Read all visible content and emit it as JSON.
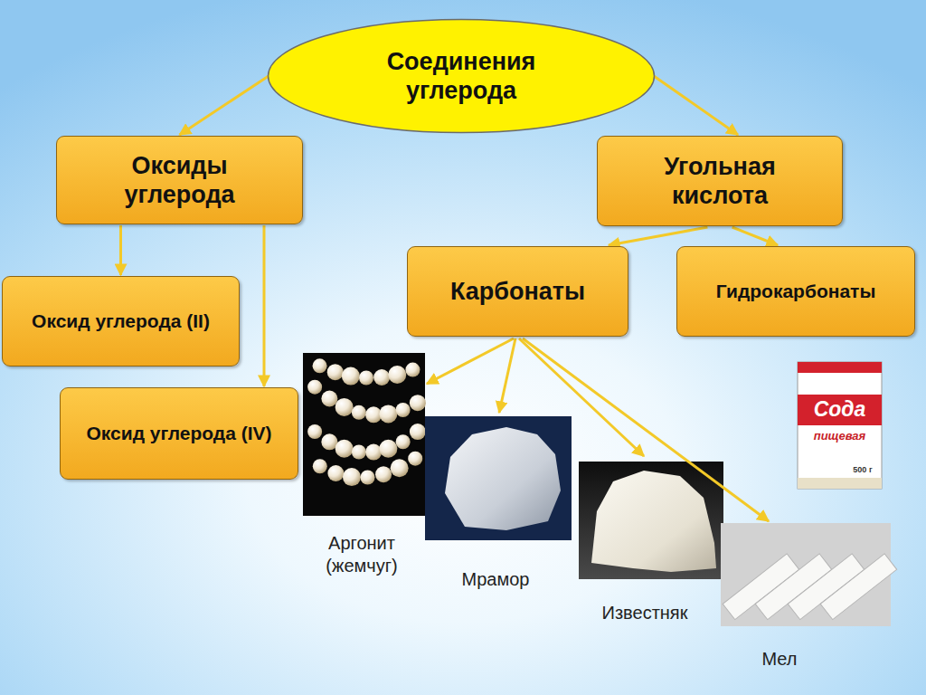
{
  "diagram": {
    "nodes": [
      {
        "text": [
          "Соединения углерода"
        ]
      },
      {
        "text": [
          "Оксиды углерода"
        ]
      },
      {
        "text": [
          "Угольная кислота"
        ]
      },
      {
        "text": [
          "Оксид углерода (II)"
        ]
      },
      {
        "text": [
          "Оксид углерода (IV)"
        ]
      },
      {
        "text": [
          "Карбонаты"
        ]
      },
      {
        "text": [
          "Гидрокарбонаты"
        ]
      }
    ],
    "edges": [
      {
        "from": 0,
        "to": 1,
        "arrow": "to"
      },
      {
        "from": 0,
        "to": 2,
        "arrow": "to"
      },
      {
        "from": 1,
        "to": 3,
        "arrow": "to"
      },
      {
        "from": 1,
        "to": 4,
        "arrow": "to"
      },
      {
        "from": 2,
        "to": 5,
        "arrow": "to"
      },
      {
        "from": 2,
        "to": 6,
        "arrow": "to"
      }
    ],
    "labels": [
      "Аргонит (жемчуг)",
      "Мрамор",
      "Известняк",
      "Мел",
      "Сода",
      "пищевая",
      "500 г"
    ]
  }
}
